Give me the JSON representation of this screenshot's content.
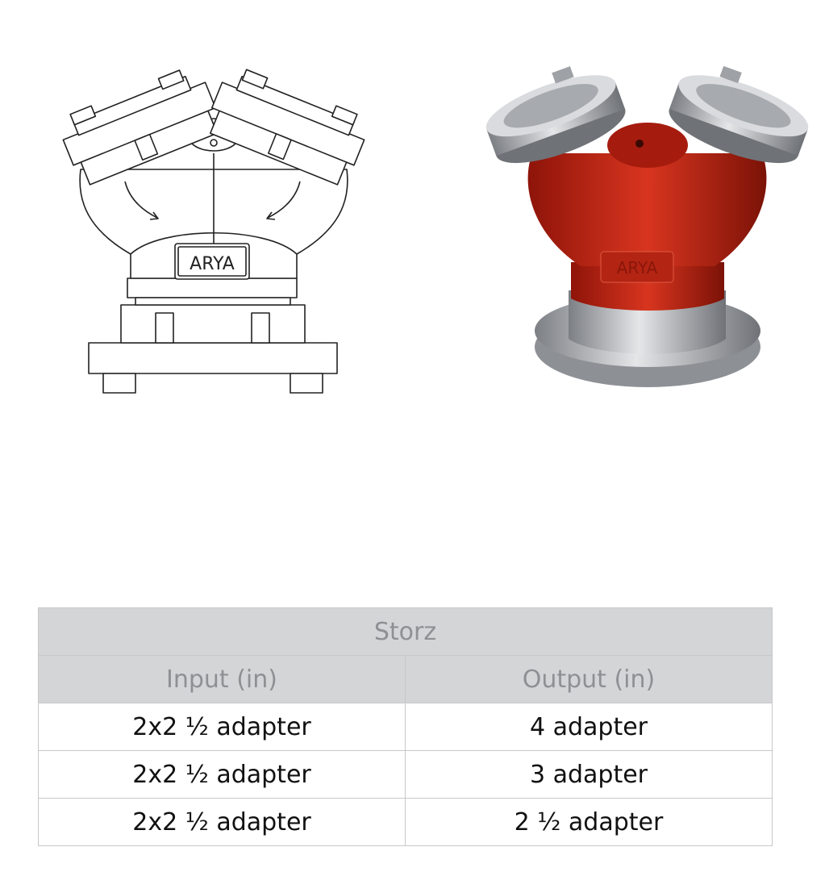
{
  "drawing": {
    "logo_text": "ARYA"
  },
  "render": {
    "logo_text": "ARYA",
    "body_color": "#c7281b",
    "metal_color": "#b9bcc0"
  },
  "table": {
    "title": "Storz",
    "headers": [
      "Input (in)",
      "Output (in)"
    ],
    "rows": [
      {
        "input": "2x2 ½ adapter",
        "output": "4 adapter"
      },
      {
        "input": "2x2 ½ adapter",
        "output": "3 adapter"
      },
      {
        "input": "2x2 ½ adapter",
        "output": "2 ½ adapter"
      }
    ]
  }
}
